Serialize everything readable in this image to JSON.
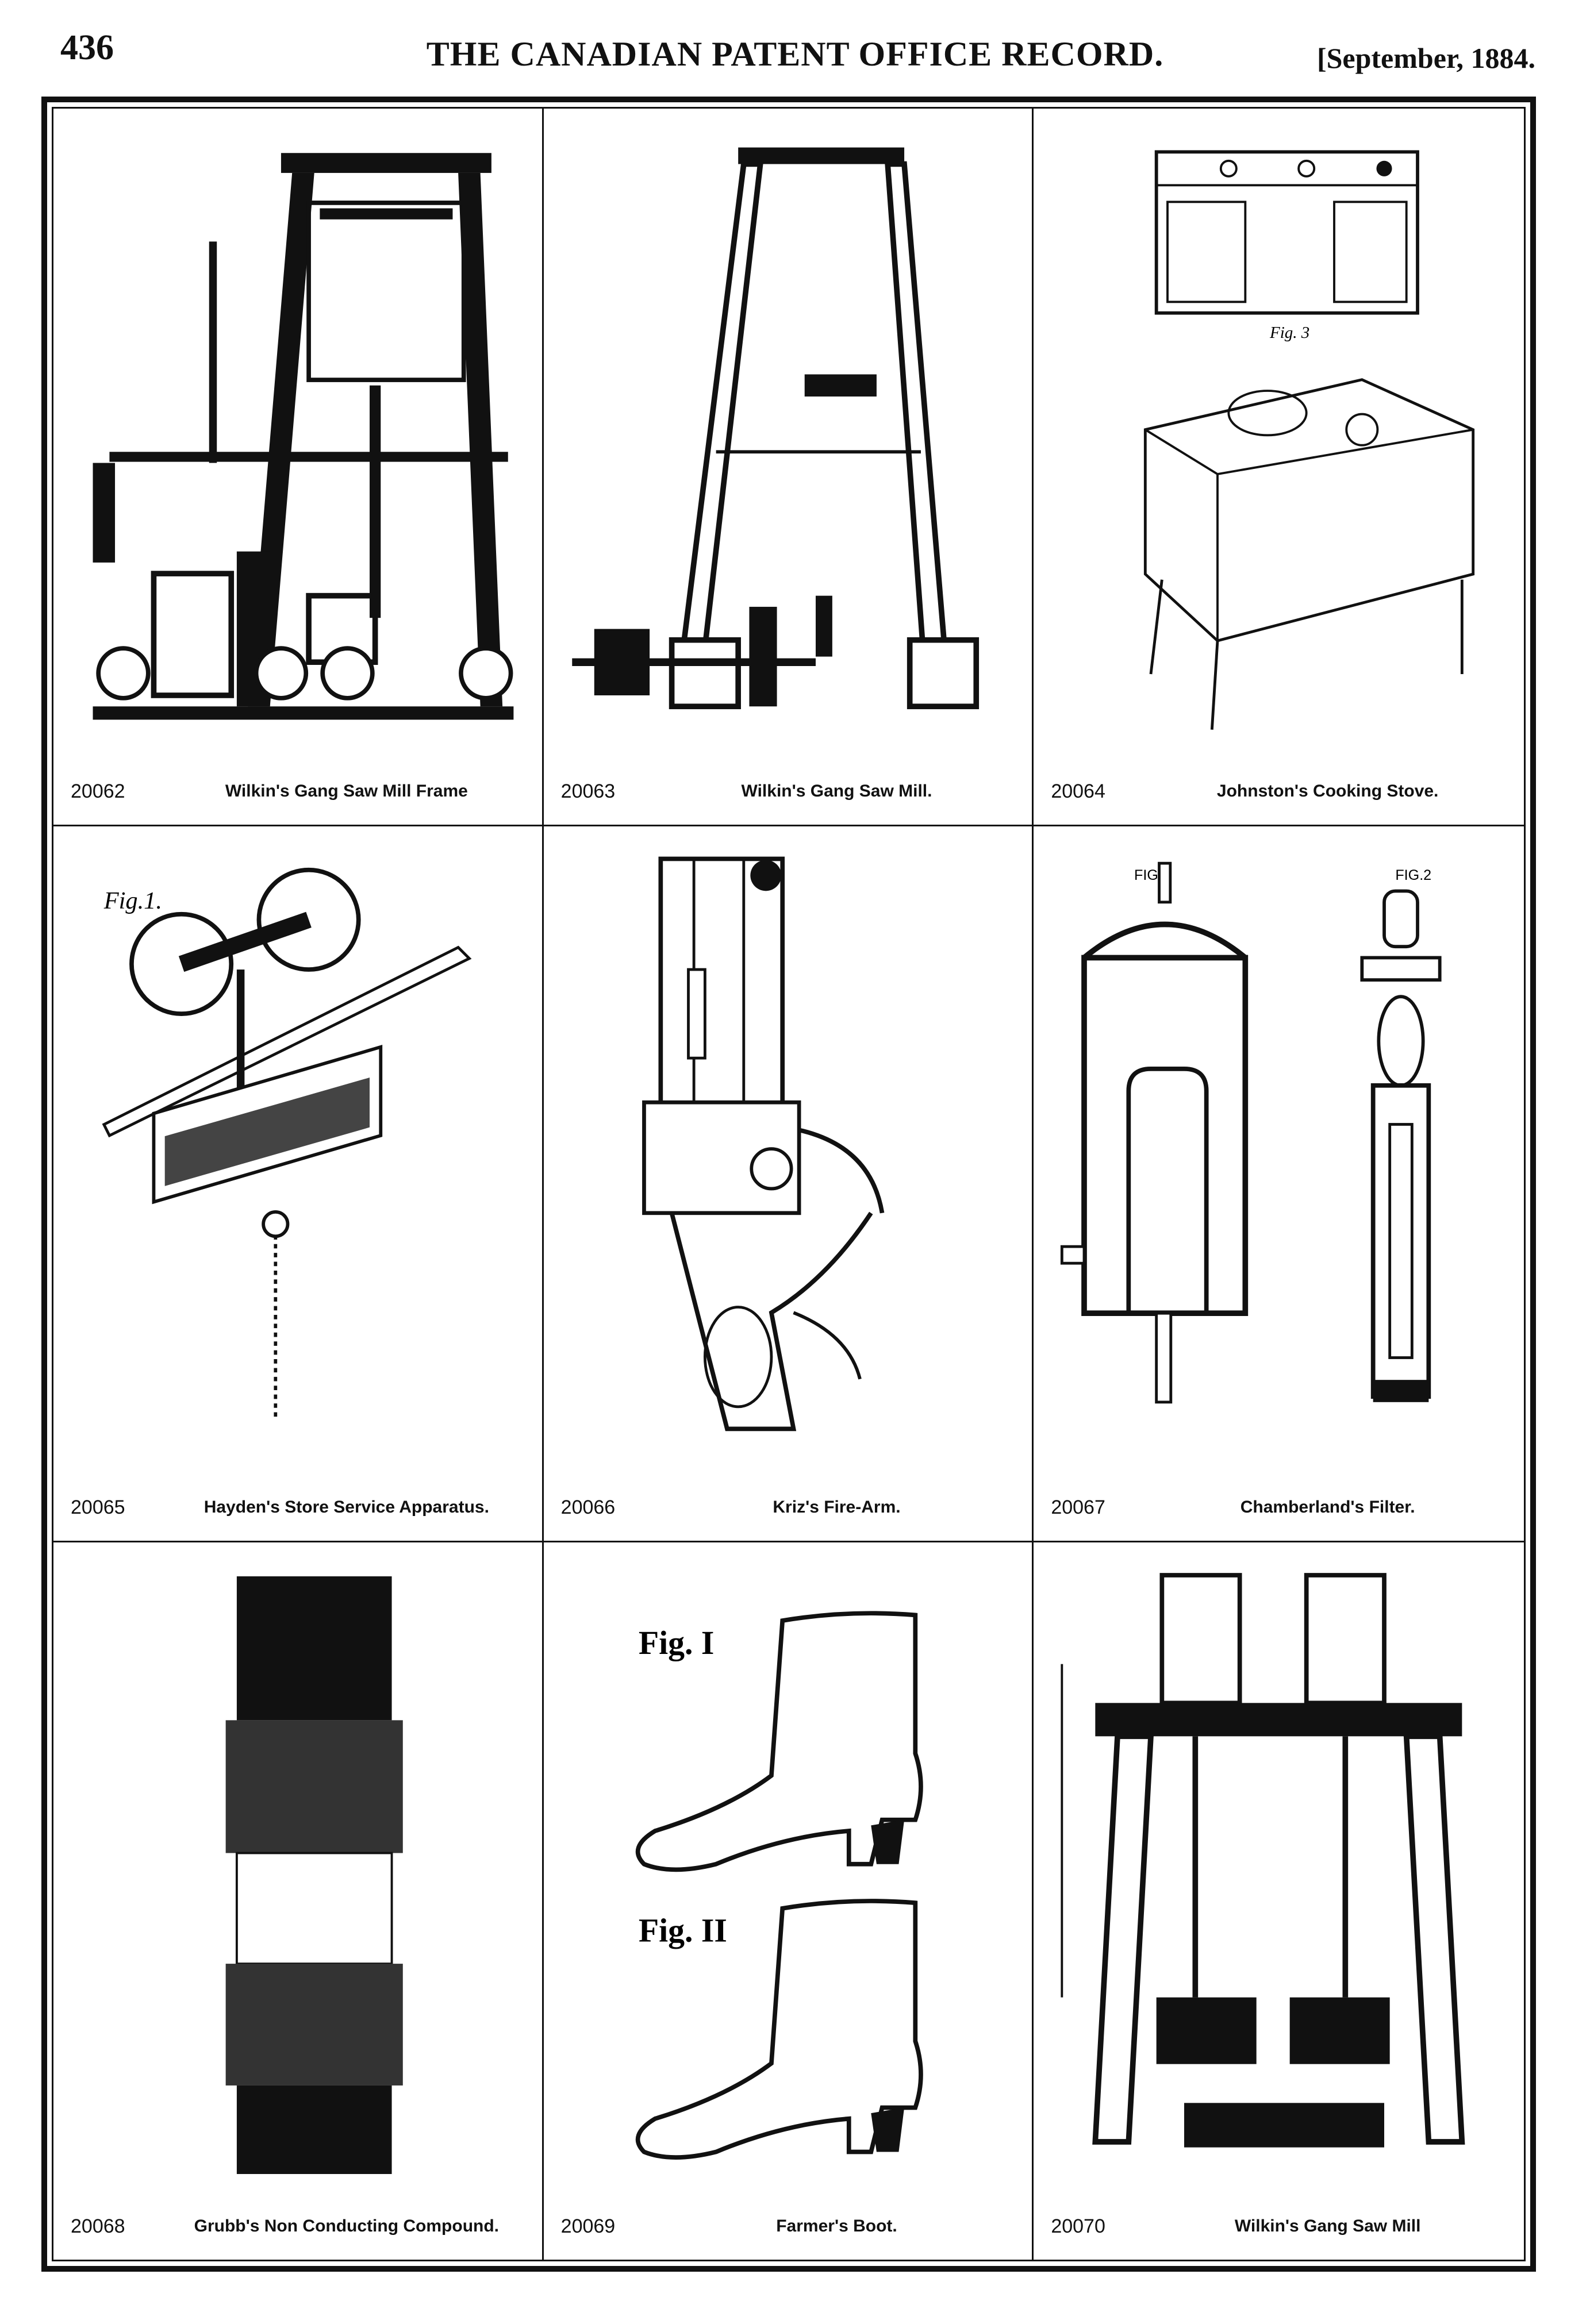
{
  "header": {
    "page_number": "436",
    "journal_title": "THE CANADIAN PATENT OFFICE RECORD.",
    "issue_date": "[September, 1884."
  },
  "patents": [
    {
      "number": "20062",
      "title": "Wilkin's Gang Saw Mill Frame"
    },
    {
      "number": "20063",
      "title": "Wilkin's Gang Saw Mill."
    },
    {
      "number": "20064",
      "title": "Johnston's Cooking Stove."
    },
    {
      "number": "20065",
      "title": "Hayden's Store Service Apparatus."
    },
    {
      "number": "20066",
      "title": "Kriz's Fire-Arm."
    },
    {
      "number": "20067",
      "title": "Chamberland's Filter."
    },
    {
      "number": "20068",
      "title": "Grubb's Non Conducting Compound."
    },
    {
      "number": "20069",
      "title": "Farmer's Boot."
    },
    {
      "number": "20070",
      "title": "Wilkin's Gang Saw Mill"
    }
  ],
  "drawing_labels": {
    "stove_figure": "Fig. 3",
    "store_figure": "Fig.1.",
    "filter_figure_1": "FIG.1",
    "filter_figure_2": "FIG.2",
    "boot_figure_1": "Fig. I",
    "boot_figure_2": "Fig. II"
  }
}
